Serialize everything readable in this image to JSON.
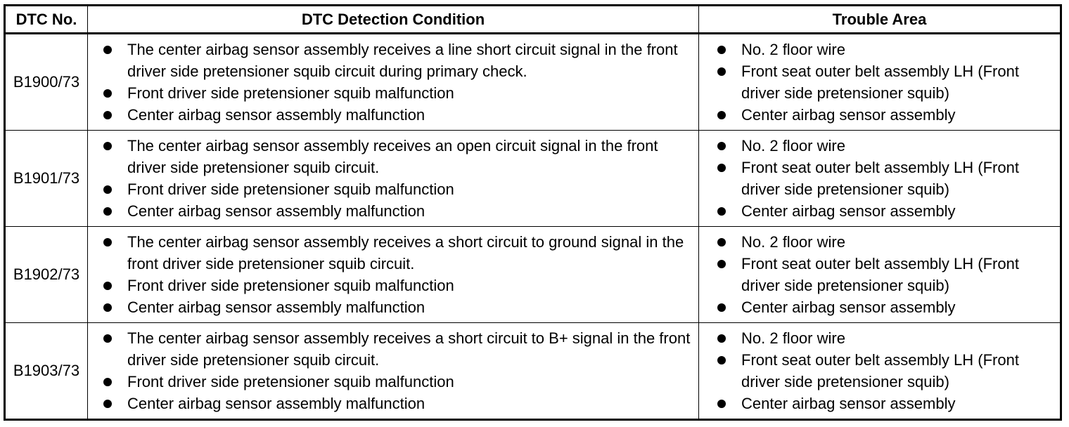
{
  "headers": {
    "dtc_no": "DTC No.",
    "condition": "DTC Detection Condition",
    "trouble_area": "Trouble Area"
  },
  "rows": [
    {
      "code": "B1900/73",
      "conditions": [
        "The center airbag sensor assembly receives a line short circuit signal in the front driver side pretensioner squib circuit during primary check.",
        "Front driver side pretensioner squib malfunction",
        "Center airbag sensor assembly malfunction"
      ],
      "areas": [
        "No. 2 floor wire",
        "Front seat outer belt assembly LH (Front driver side pretensioner squib)",
        "Center airbag sensor assembly"
      ]
    },
    {
      "code": "B1901/73",
      "conditions": [
        "The center airbag sensor assembly receives an open circuit signal in the front driver side pretensioner squib circuit.",
        "Front driver side pretensioner squib malfunction",
        "Center airbag sensor assembly malfunction"
      ],
      "areas": [
        "No. 2 floor wire",
        "Front seat outer belt assembly LH (Front driver side pretensioner squib)",
        "Center airbag sensor assembly"
      ]
    },
    {
      "code": "B1902/73",
      "conditions": [
        "The center airbag sensor assembly receives a short circuit to ground signal in the front driver side pretensioner squib circuit.",
        "Front driver side pretensioner squib malfunction",
        "Center airbag sensor assembly malfunction"
      ],
      "areas": [
        "No. 2 floor wire",
        "Front seat outer belt assembly LH (Front driver side pretensioner squib)",
        "Center airbag sensor assembly"
      ]
    },
    {
      "code": "B1903/73",
      "conditions": [
        "The center airbag sensor assembly receives a short circuit to B+ signal in the front driver side pretensioner squib circuit.",
        "Front driver side pretensioner squib malfunction",
        "Center airbag sensor assembly malfunction"
      ],
      "areas": [
        "No. 2 floor wire",
        "Front seat outer belt assembly LH (Front driver side pretensioner squib)",
        "Center airbag sensor assembly"
      ]
    }
  ]
}
